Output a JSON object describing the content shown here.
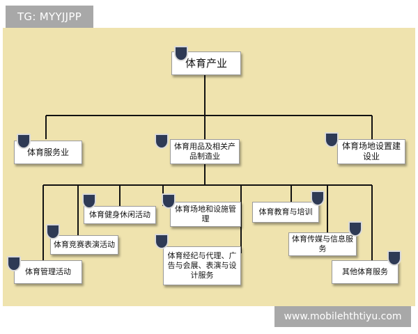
{
  "tag_label": "TG: MYYJJPP",
  "watermark": "www.mobilehthtiyu.com",
  "diagram": {
    "root": "体育产业",
    "level1": {
      "services": "体育服务业",
      "goods": "体育用品及相关产品制造业",
      "venues": "体育场地设置建设业"
    },
    "level2": {
      "fitness": "体育健身休闲活动",
      "venue_mgmt": "体育场地和设施管理",
      "education": "体育教育与培训",
      "competition": "体育竞赛表演活动",
      "brokerage": "体育经纪与代理、广告与会展、表演与设计服务",
      "media": "体育传媒与信息服务",
      "management": "体育管理活动",
      "other": "其他体育服务"
    }
  },
  "colors": {
    "background": "#efe3ae",
    "node_fill": "#ffffff",
    "badge": "#2e3a55",
    "line": "#111111",
    "tag_bg": "#a8a8a8"
  },
  "icons": [
    "shield-badge-icon"
  ]
}
